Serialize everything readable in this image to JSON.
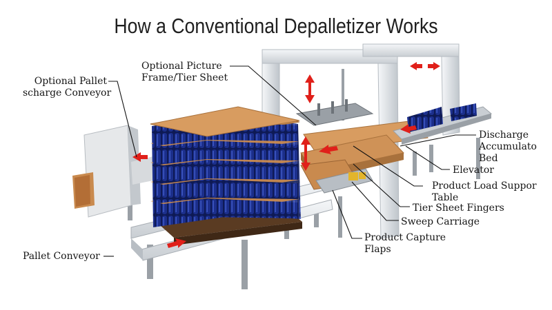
{
  "title": "How a Conventional Depalletizer Works",
  "labels": {
    "picture_frame": [
      "Optional Picture",
      "Frame/Tier Sheet"
    ],
    "pallet_discharge": [
      "Optional Pallet",
      "scharge Conveyor"
    ],
    "discharge_bed": [
      "Discharge",
      "Accumulato",
      "Bed"
    ],
    "elevator": "Elevator",
    "load_support": [
      "Product Load Suppor",
      "Table"
    ],
    "tier_fingers": "Tier Sheet Fingers",
    "sweep_carriage": "Sweep Carriage",
    "capture_flaps": [
      "Product Capture",
      "Flaps"
    ],
    "pallet_conveyor": "Pallet Conveyor"
  },
  "colors": {
    "arrow": "#e0201a",
    "bottle": "#1c2f8c",
    "cardboard": "#c98a4e",
    "frame": "#e9ecef",
    "leader": "#111111"
  }
}
